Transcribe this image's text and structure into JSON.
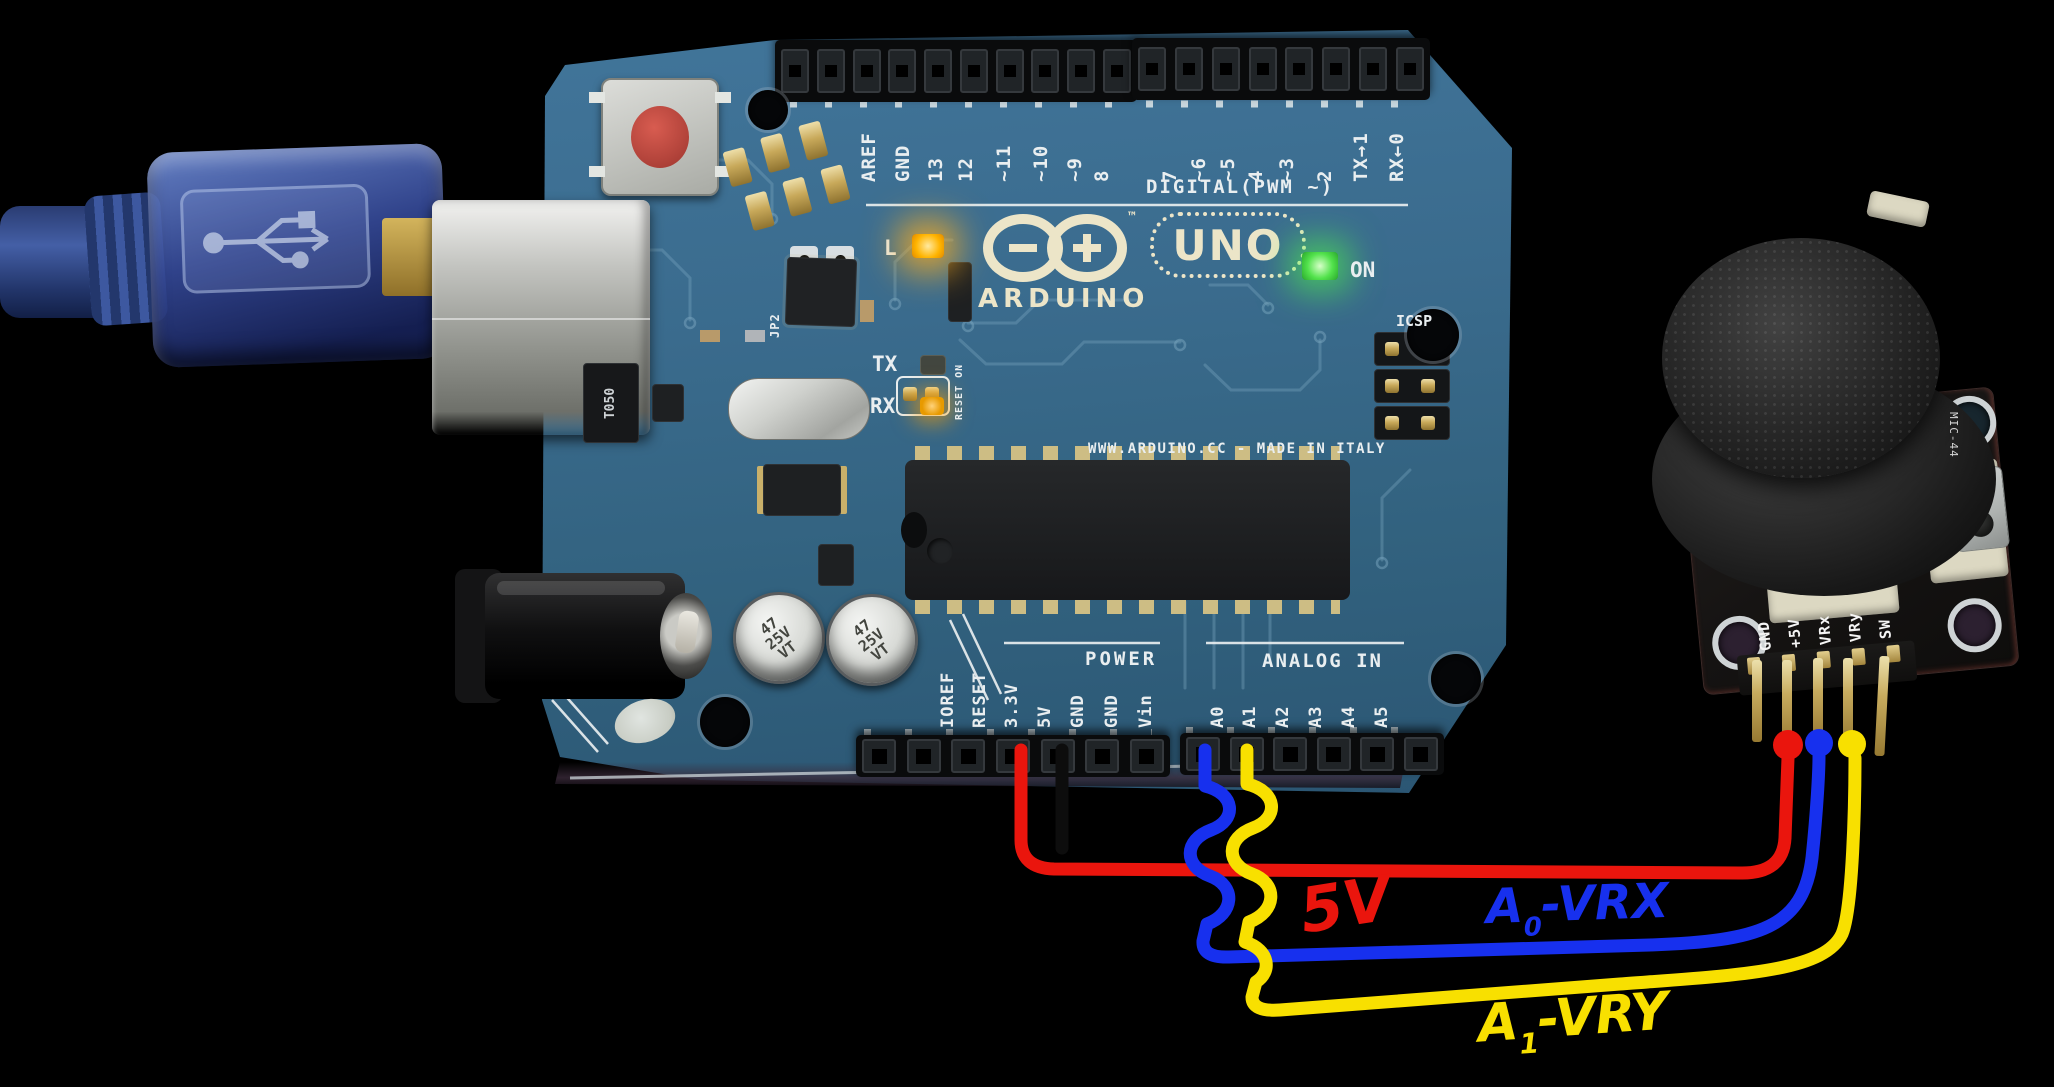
{
  "arduino": {
    "logo_text": "ARDUINO",
    "model": "UNO",
    "tm": "™",
    "digital_header_label": "DIGITAL(PWM ~)",
    "digital_pins": [
      "AREF",
      "GND",
      "13",
      "12",
      "~11",
      "~10",
      "~9",
      "8",
      "7",
      "~6",
      "~5",
      "4",
      "~3",
      "2",
      "TX→1",
      "RX←0"
    ],
    "power_header_label": "POWER",
    "power_pins": [
      "IOREF",
      "RESET",
      "3.3V",
      "5V",
      "GND",
      "GND",
      "Vin"
    ],
    "analog_header_label": "ANALOG IN",
    "analog_pins": [
      "A0",
      "A1",
      "A2",
      "A3",
      "A4",
      "A5"
    ],
    "led_l_label": "L",
    "tx_label": "TX",
    "rx_label": "RX",
    "on_label": "ON",
    "icsp_label": "ICSP",
    "jp2_label": "JP2",
    "reset_en_label": "RESET ON",
    "fuse_label": "T050",
    "footer_text": "WWW.ARDUINO.CC - MADE IN ITALY",
    "capacitor_lines": [
      "47",
      "25V",
      "VT"
    ]
  },
  "joystick": {
    "pins": [
      "GND",
      "+5V",
      "VRx",
      "VRy",
      "SW"
    ],
    "board_code": "MIC-44"
  },
  "annotations": {
    "red_wire_label": "5V",
    "blue_wire_label_main": "A",
    "blue_wire_label_sub": "0",
    "blue_wire_label_rest": "-VRX",
    "yellow_wire_label_main": "A",
    "yellow_wire_label_sub": "1",
    "yellow_wire_label_rest": "-VRY"
  },
  "colors": {
    "wire_red": "#ea150d",
    "wire_black": "#0d0d0d",
    "wire_blue": "#1730ee",
    "wire_yellow": "#f8e000",
    "silk": "#e9eef0",
    "trace": "#7aa6bf",
    "led_green": "#52e24c",
    "led_amber": "#ffb400"
  }
}
